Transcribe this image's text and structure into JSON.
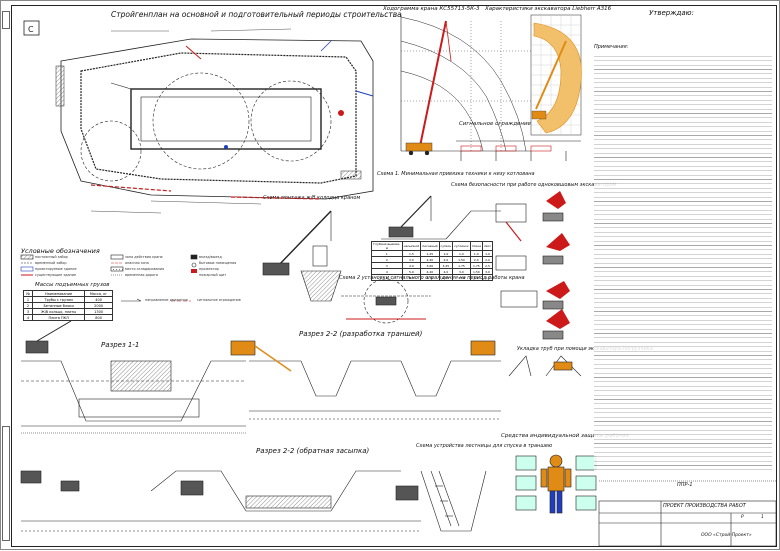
{
  "titles": {
    "site_plan": "Стройгенплан на основной и подготовительный периоды строительства",
    "crane_chart": "Ходограмма крана КС55713-5К-3",
    "excavator_chart": "Характеристики экскаватора Liebherr A316",
    "approve": "Утверждаю:",
    "legend": "Условные обозначения",
    "cargo": "Массы подъемных грузов",
    "section_1": "Разрез 1-1",
    "section_2a": "Разрез 2-2 (разработка траншей)",
    "section_2b": "Разрез 2-2 (обратная засыпка)",
    "signal_fence": "Сигнальное ограждение",
    "min_dist": "Схема 1. Минимальная привязка техники к низу котлована",
    "safety_excav": "Схема безопасности при работе одноковшовым экскаватором",
    "well_mount": "Схема монтажа ж/б колодца краном",
    "signal_install": "Схема 2 установки сигнального ограждения на период работы крана",
    "pipe_lay": "Укладка труб при помощи экскаватора-погрузчика",
    "ladder": "Схема устройства лестницы для спуска в траншею",
    "ppe": "Средства индивидуальной защиты рабочих",
    "notes": "Примечания:",
    "project": "ПРОЕКТ ПРОИЗВОДСТВА РАБОТ",
    "sheet_code": "ППР-1"
  },
  "cargo_table": {
    "headers": [
      "№",
      "Наименование",
      "Масса, кг"
    ],
    "rows": [
      [
        "1",
        "Трубы с грузом",
        "400"
      ],
      [
        "2",
        "Бетонные блоки",
        "2000"
      ],
      [
        "3",
        "Ж/б кольцо, плиты",
        "1300"
      ],
      [
        "4",
        "Плита ПКЛ",
        "800"
      ]
    ]
  },
  "slope_table": {
    "headers": [
      "Глубина выемки, м",
      "насыпной",
      "песчаный",
      "супесь",
      "суглинок",
      "глина",
      "лёсс"
    ],
    "rows": [
      [
        "1",
        "1,5",
        "1,25",
        "1,0",
        "1,0",
        "1,0",
        "1,0"
      ],
      [
        "2",
        "3,0",
        "2,40",
        "2,0",
        "1,50",
        "2,0",
        "2,0"
      ],
      [
        "3",
        "4,0",
        "3,60",
        "3,25",
        "1,75",
        "1,75",
        "2,5"
      ],
      [
        "4",
        "5,0",
        "4,40",
        "4,0",
        "3,0",
        "1,50",
        "3,0"
      ],
      [
        "5",
        "6,0",
        "5,30",
        "4,75",
        "3,50",
        "3,0",
        "3,5"
      ]
    ]
  },
  "legend_items": [
    "постоянный забор",
    "временный забор",
    "проектируемое здание",
    "существующее здание",
    "зона действия крана",
    "опасная зона",
    "место складирования",
    "временная дорога",
    "въезд/выезд",
    "бытовые помещения",
    "прожектор",
    "пожарный щит",
    "сигнальное ограждение",
    "направление движения"
  ],
  "colors": {
    "red": "#cc1a1a",
    "blue": "#1f3fbf",
    "orange": "#e08b16",
    "line": "#222"
  },
  "stamp": {
    "company": "ООО «Строй-Проект»",
    "stage": "Р",
    "sheet": "1"
  }
}
